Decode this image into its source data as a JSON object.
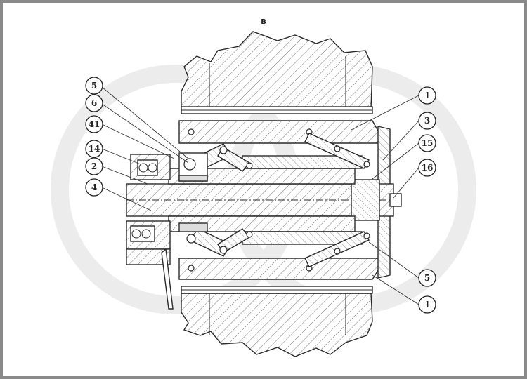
{
  "view_label": "B",
  "callouts": {
    "c5_top": "5",
    "c6": "6",
    "c41": "41",
    "c14": "14",
    "c2": "2",
    "c4": "4",
    "c1_top": "1",
    "c3": "3",
    "c15": "15",
    "c16": "16",
    "c5_bottom": "5",
    "c1_bottom": "1"
  },
  "colors": {
    "watermark": "#ececec",
    "line": "#2a2a2a",
    "frame": "#8a8a8a"
  }
}
